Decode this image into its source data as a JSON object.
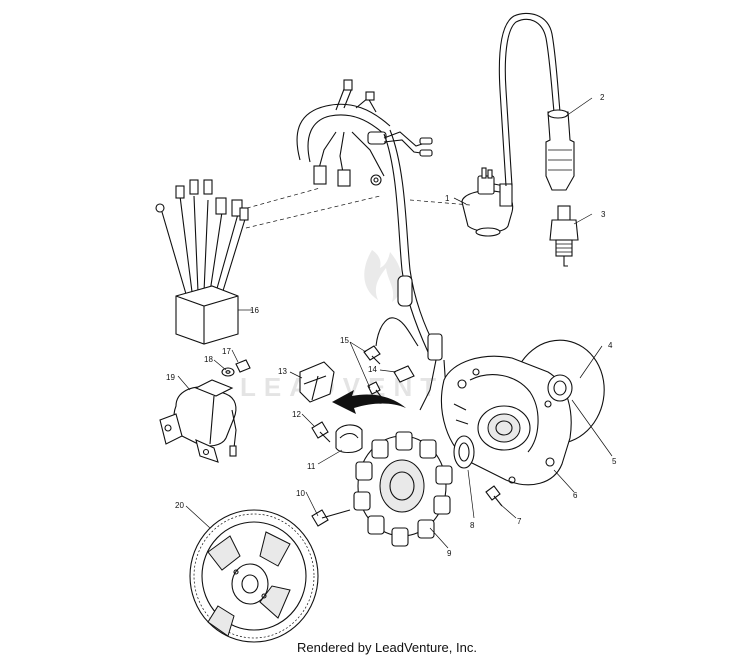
{
  "watermark": "LEADVENTURE",
  "credit": "Rendered by LeadVenture, Inc.",
  "callouts": {
    "c1": "1",
    "c2": "2",
    "c3": "3",
    "c4": "4",
    "c5": "5",
    "c6": "6",
    "c7": "7",
    "c8": "8",
    "c9": "9",
    "c10": "10",
    "c11": "11",
    "c12": "12",
    "c13": "13",
    "c14": "14",
    "c15": "15",
    "c16": "16",
    "c17": "17",
    "c18": "18",
    "c19": "19",
    "c20": "20"
  }
}
